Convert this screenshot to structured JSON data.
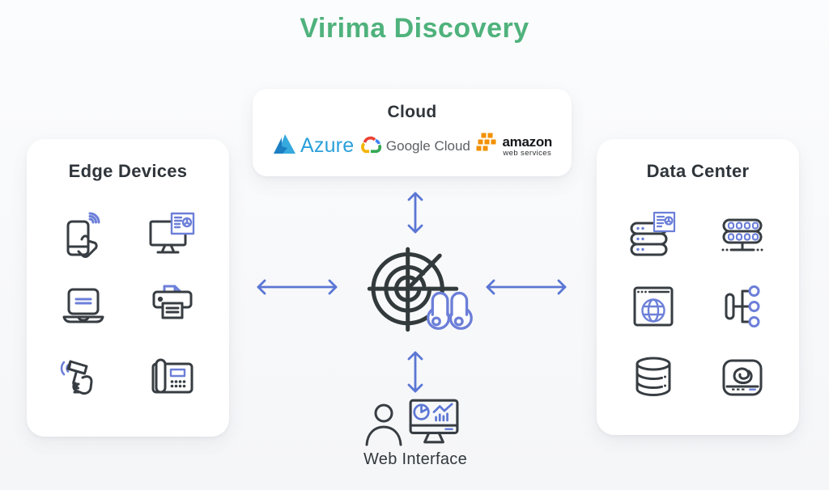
{
  "title": {
    "text": "Virima Discovery"
  },
  "cloud": {
    "title": "Cloud",
    "providers": [
      {
        "id": "azure",
        "label": "Azure"
      },
      {
        "id": "google-cloud",
        "label": "Google Cloud"
      },
      {
        "id": "aws",
        "label_top": "amazon",
        "label_bottom": "web services"
      }
    ]
  },
  "edge_devices": {
    "title": "Edge Devices",
    "icons": [
      "mobile-phone-wifi-icon",
      "desktop-dashboard-icon",
      "laptop-icon",
      "printer-icon",
      "handheld-scanner-icon",
      "desk-phone-icon"
    ]
  },
  "data_center": {
    "title": "Data Center",
    "icons": [
      "server-stack-report-icon",
      "server-rack-icon",
      "browser-globe-icon",
      "network-topology-icon",
      "database-icon",
      "storage-drive-icon"
    ]
  },
  "center": {
    "icon": "discovery-radar-with-binoculars"
  },
  "web_interface": {
    "label": "Web Interface"
  },
  "connections": [
    "center-to-cloud",
    "center-to-edge-devices",
    "center-to-data-center",
    "center-to-web-interface"
  ],
  "colors": {
    "accent_green": "#4FB27C",
    "arrow_blue": "#5B76D4",
    "icon_dark": "#373D42",
    "icon_blue": "#6C7FD8",
    "azure_blue": "#2BA0DA",
    "google_gray": "#5C6166",
    "aws_orange": "#F29100"
  }
}
